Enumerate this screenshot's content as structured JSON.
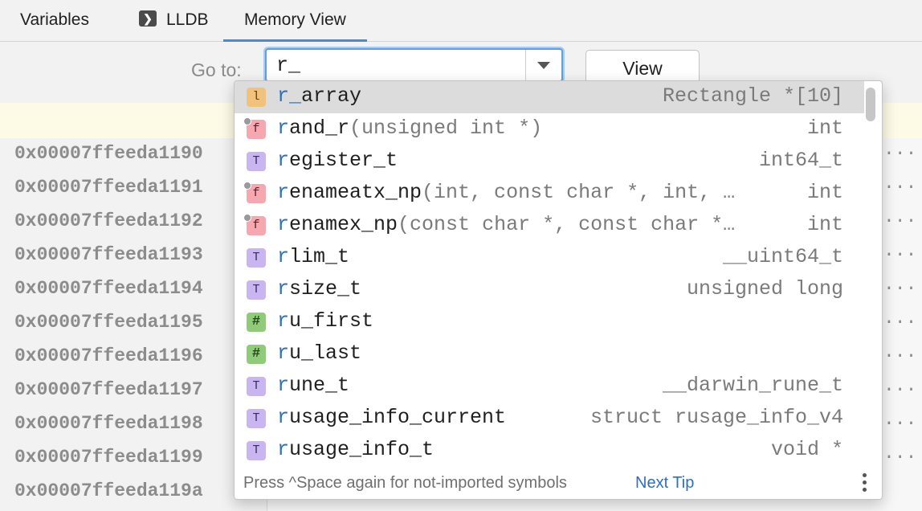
{
  "tabs": [
    {
      "label": "Variables"
    },
    {
      "label": "LLDB",
      "icon": "terminal-icon"
    },
    {
      "label": "Memory View",
      "active": true
    }
  ],
  "toolbar": {
    "goto_label": "Go to:",
    "goto_value": "r_",
    "view_button": "View"
  },
  "memory_rows": [
    {
      "address": "0x00007ffeeda1190",
      "tail": "···"
    },
    {
      "address": "0x00007ffeeda1191",
      "tail": "···"
    },
    {
      "address": "0x00007ffeeda1192",
      "tail": "···"
    },
    {
      "address": "0x00007ffeeda1193",
      "tail": "···"
    },
    {
      "address": "0x00007ffeeda1194",
      "tail": "···"
    },
    {
      "address": "0x00007ffeeda1195",
      "tail": "···"
    },
    {
      "address": "0x00007ffeeda1196",
      "tail": "···"
    },
    {
      "address": "0x00007ffeeda1197",
      "tail": "···"
    },
    {
      "address": "0x00007ffeeda1198",
      "tail": "···"
    },
    {
      "address": "0x00007ffeeda1199",
      "tail": "···"
    },
    {
      "address": "0x00007ffeeda119a",
      "tail": ""
    }
  ],
  "completion": {
    "items": [
      {
        "kind": "l",
        "badge": "l",
        "match": "r_",
        "rest": "array",
        "params": "",
        "type": "Rectangle *[10]",
        "selected": true
      },
      {
        "kind": "f",
        "badge": "f",
        "match": "r",
        "rest": "and_r",
        "params": "(unsigned int *)",
        "type": "int"
      },
      {
        "kind": "t",
        "badge": "T",
        "match": "r",
        "rest": "egister_t",
        "params": "",
        "type": "int64_t"
      },
      {
        "kind": "f",
        "badge": "f",
        "match": "r",
        "rest": "enameatx_np",
        "params": "(int, const char *, int, …",
        "type": "int"
      },
      {
        "kind": "f",
        "badge": "f",
        "match": "r",
        "rest": "enamex_np",
        "params": "(const char *, const char *…",
        "type": "int"
      },
      {
        "kind": "t",
        "badge": "T",
        "match": "r",
        "rest": "lim_t",
        "params": "",
        "type": "__uint64_t"
      },
      {
        "kind": "t",
        "badge": "T",
        "match": "r",
        "rest": "size_t",
        "params": "",
        "type": "unsigned long"
      },
      {
        "kind": "h",
        "badge": "#",
        "match": "r",
        "rest": "u_first",
        "params": "",
        "type": ""
      },
      {
        "kind": "h",
        "badge": "#",
        "match": "r",
        "rest": "u_last",
        "params": "",
        "type": ""
      },
      {
        "kind": "t",
        "badge": "T",
        "match": "r",
        "rest": "une_t",
        "params": "",
        "type": "__darwin_rune_t"
      },
      {
        "kind": "t",
        "badge": "T",
        "match": "r",
        "rest": "usage_info_current",
        "params": "",
        "type": "struct rusage_info_v4"
      },
      {
        "kind": "t",
        "badge": "T",
        "match": "r",
        "rest": "usage_info_t",
        "params": "",
        "type": "void *"
      }
    ],
    "footer_text": "Press ^Space again for not-imported symbols",
    "footer_link": "Next Tip"
  },
  "colors": {
    "accent": "#4a8bd0",
    "match": "#2d6fc0",
    "badge_l": "#f1c27b",
    "badge_f": "#f5a8b0",
    "badge_t": "#c9b5f0",
    "badge_hash": "#8fcb79"
  }
}
